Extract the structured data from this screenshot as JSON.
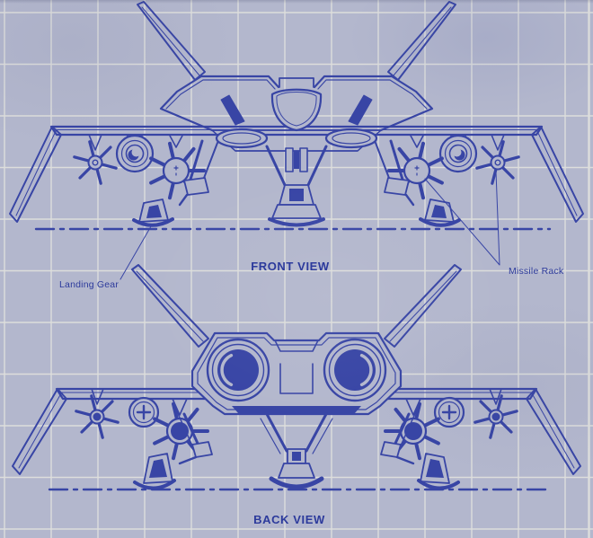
{
  "document_type": "aircraft blueprint technical drawing",
  "views": {
    "front": {
      "caption": "FRONT VIEW"
    },
    "back": {
      "caption": "BACK VIEW"
    }
  },
  "labels": {
    "landing_gear": "Landing Gear",
    "missile_rack": "Missile Rack"
  },
  "annotations": [
    {
      "label": "Landing Gear",
      "points_to": "front view left main landing gear"
    },
    {
      "label": "Missile Rack",
      "points_to": "front view right wing missile racks (two leader lines)"
    }
  ],
  "drawing_features": {
    "front_view": [
      "v-tails",
      "canopy",
      "engine intakes",
      "wing anhedral tips",
      "missile racks",
      "engine pods",
      "main landing gear",
      "nose gear",
      "ground dash-dot line"
    ],
    "back_view": [
      "v-tails",
      "twin exhaust nozzles",
      "wing anhedral tips",
      "missile racks",
      "engine pods",
      "main landing gear",
      "center gear",
      "ground dash-dot line"
    ]
  },
  "colors": {
    "paper": "#b3b7cd",
    "grid": "#ecece1",
    "ink": "#3845a5",
    "ink_deep": "#2c3a9c"
  }
}
